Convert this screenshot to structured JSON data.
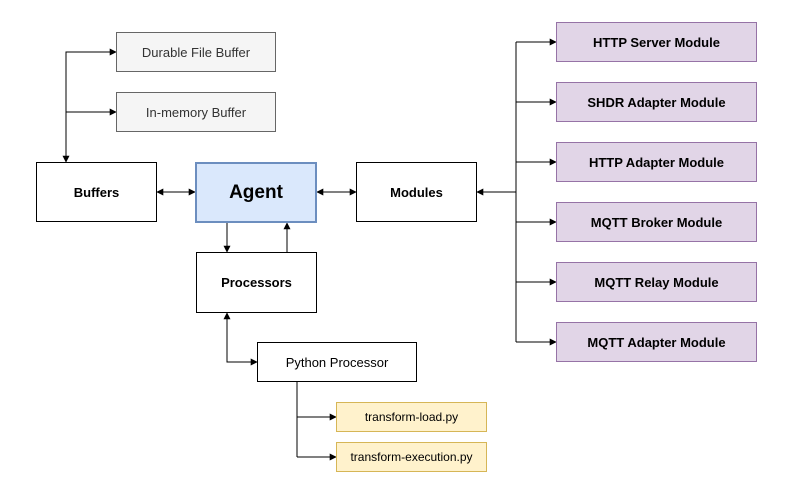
{
  "colors": {
    "agent_fill": "#dae8fc",
    "agent_border": "#6c8ebf",
    "buffer_fill": "#f5f5f5",
    "buffer_border": "#666666",
    "module_fill": "#e1d5e7",
    "module_border": "#9673a6",
    "script_fill": "#fff2cc",
    "script_border": "#d6b656",
    "edge": "#000000"
  },
  "nodes": {
    "agent": "Agent",
    "buffers": "Buffers",
    "modules": "Modules",
    "processors": "Processors",
    "python_processor": "Python Processor",
    "buffer_items": [
      "Durable File Buffer",
      "In-memory Buffer"
    ],
    "module_items": [
      "HTTP Server Module",
      "SHDR Adapter Module",
      "HTTP Adapter Module",
      "MQTT Broker Module",
      "MQTT Relay Module",
      "MQTT Adapter Module"
    ],
    "script_items": [
      "transform-load.py",
      "transform-execution.py"
    ]
  },
  "edges": [
    {
      "from": "buffers",
      "to": "agent",
      "direction": "both"
    },
    {
      "from": "agent",
      "to": "modules",
      "direction": "both"
    },
    {
      "from": "agent",
      "to": "processors",
      "direction": "both"
    },
    {
      "from": "buffers",
      "to": "Durable File Buffer",
      "direction": "both"
    },
    {
      "from": "buffers",
      "to": "In-memory Buffer",
      "direction": "forward"
    },
    {
      "from": "modules",
      "to": "module_items",
      "direction": "both"
    },
    {
      "from": "processors",
      "to": "python_processor",
      "direction": "both"
    },
    {
      "from": "python_processor",
      "to": "script_items",
      "direction": "forward"
    }
  ]
}
